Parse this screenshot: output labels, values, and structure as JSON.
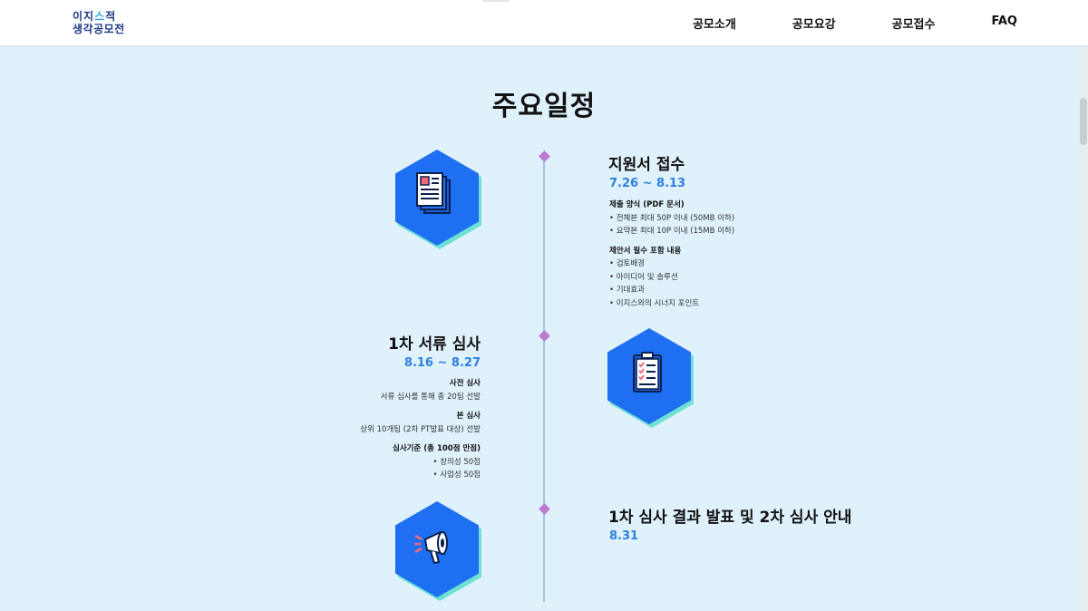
{
  "header": {
    "logo_line1_a": "이지",
    "logo_line1_b": "스",
    "logo_line1_c": "적",
    "logo_line2": "생각공모전",
    "nav": [
      "공모소개",
      "공모요강",
      "공모접수",
      "FAQ"
    ]
  },
  "page_title": "주요일정",
  "steps": [
    {
      "title": "지원서 접수",
      "date": "7.26 ~ 8.13",
      "icon": "document-icon",
      "sections": [
        {
          "heading": "제출 양식 (PDF 문서)",
          "items": [
            "• 전체본 최대 50P 이내 (50MB 이하)",
            "• 요약본 최대 10P 이내 (15MB 이하)"
          ]
        },
        {
          "heading": "제안서 필수 포함 내용",
          "items": [
            "• 검토배경",
            "• 아이디어 및 솔루션",
            "• 기대효과",
            "• 이지스와의 시너지 포인트"
          ]
        }
      ]
    },
    {
      "title": "1차 서류 심사",
      "date": "8.16 ~ 8.27",
      "icon": "clipboard-checklist-icon",
      "sections": [
        {
          "heading": "사전 심사",
          "items": [
            "서류 심사를 통해 총 20팀 선발"
          ]
        },
        {
          "heading": "본 심사",
          "items": [
            "상위 10개팀 (2차 PT발표 대상) 선발"
          ]
        },
        {
          "heading": "심사기준 (총 100점 만점)",
          "items": [
            "• 창의성 50점",
            "• 사업성 50점"
          ]
        }
      ]
    },
    {
      "title": "1차 심사 결과 발표 및 2차 심사 안내",
      "date": "8.31",
      "icon": "megaphone-icon",
      "sections": []
    }
  ],
  "colors": {
    "background": "#dff1fb",
    "hex_fill": "#1f6ff2",
    "hex_shadow": "#6ee0d4",
    "date_blue": "#2b7fe0",
    "timeline_dot": "#b97bd1"
  }
}
